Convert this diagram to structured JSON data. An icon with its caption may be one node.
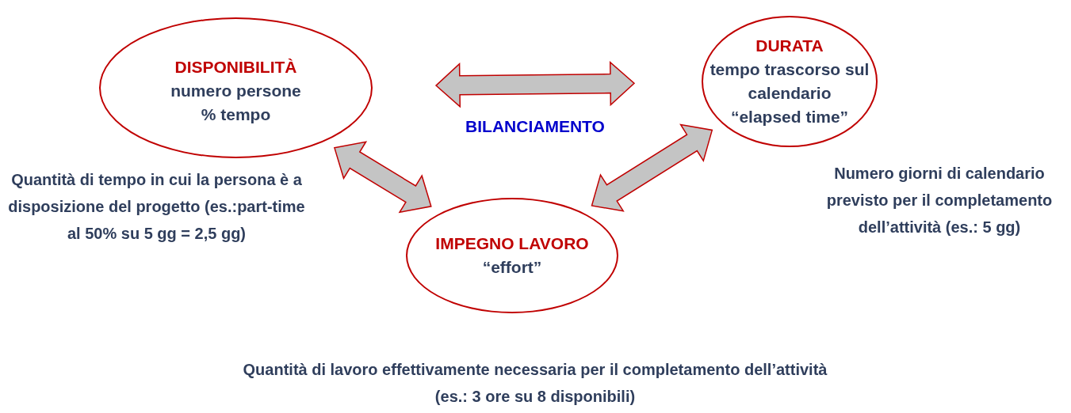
{
  "diagram": {
    "nodes": [
      {
        "text": [
          "DISPONIBILITÀ",
          "numero persone",
          "% tempo"
        ],
        "beside": [
          "Quantità di tempo in cui la persona è a disposizione del progetto (es.:part-time al 50% su 5 gg = 2,5 gg)"
        ]
      },
      {
        "text": [
          "DURATA",
          "tempo trascorso sul calendario",
          "“elapsed time”"
        ],
        "beside": [
          "Numero giorni di calendario previsto per il completamento dell’attività (es.: 5 gg)"
        ]
      },
      {
        "text": [
          "IMPEGNO LAVORO",
          "“effort”"
        ],
        "beside": [
          "Quantità di lavoro effettivamente necessaria per il completamento dell’attività (es.: 3 ore su 8 disponibili)"
        ]
      }
    ],
    "edges": [
      {
        "from": 0,
        "to": 1,
        "arrow": "both"
      },
      {
        "from": 0,
        "to": 2,
        "arrow": "both"
      },
      {
        "from": 1,
        "to": 2,
        "arrow": "both"
      }
    ],
    "labels": [
      "BILANCIAMENTO"
    ]
  }
}
